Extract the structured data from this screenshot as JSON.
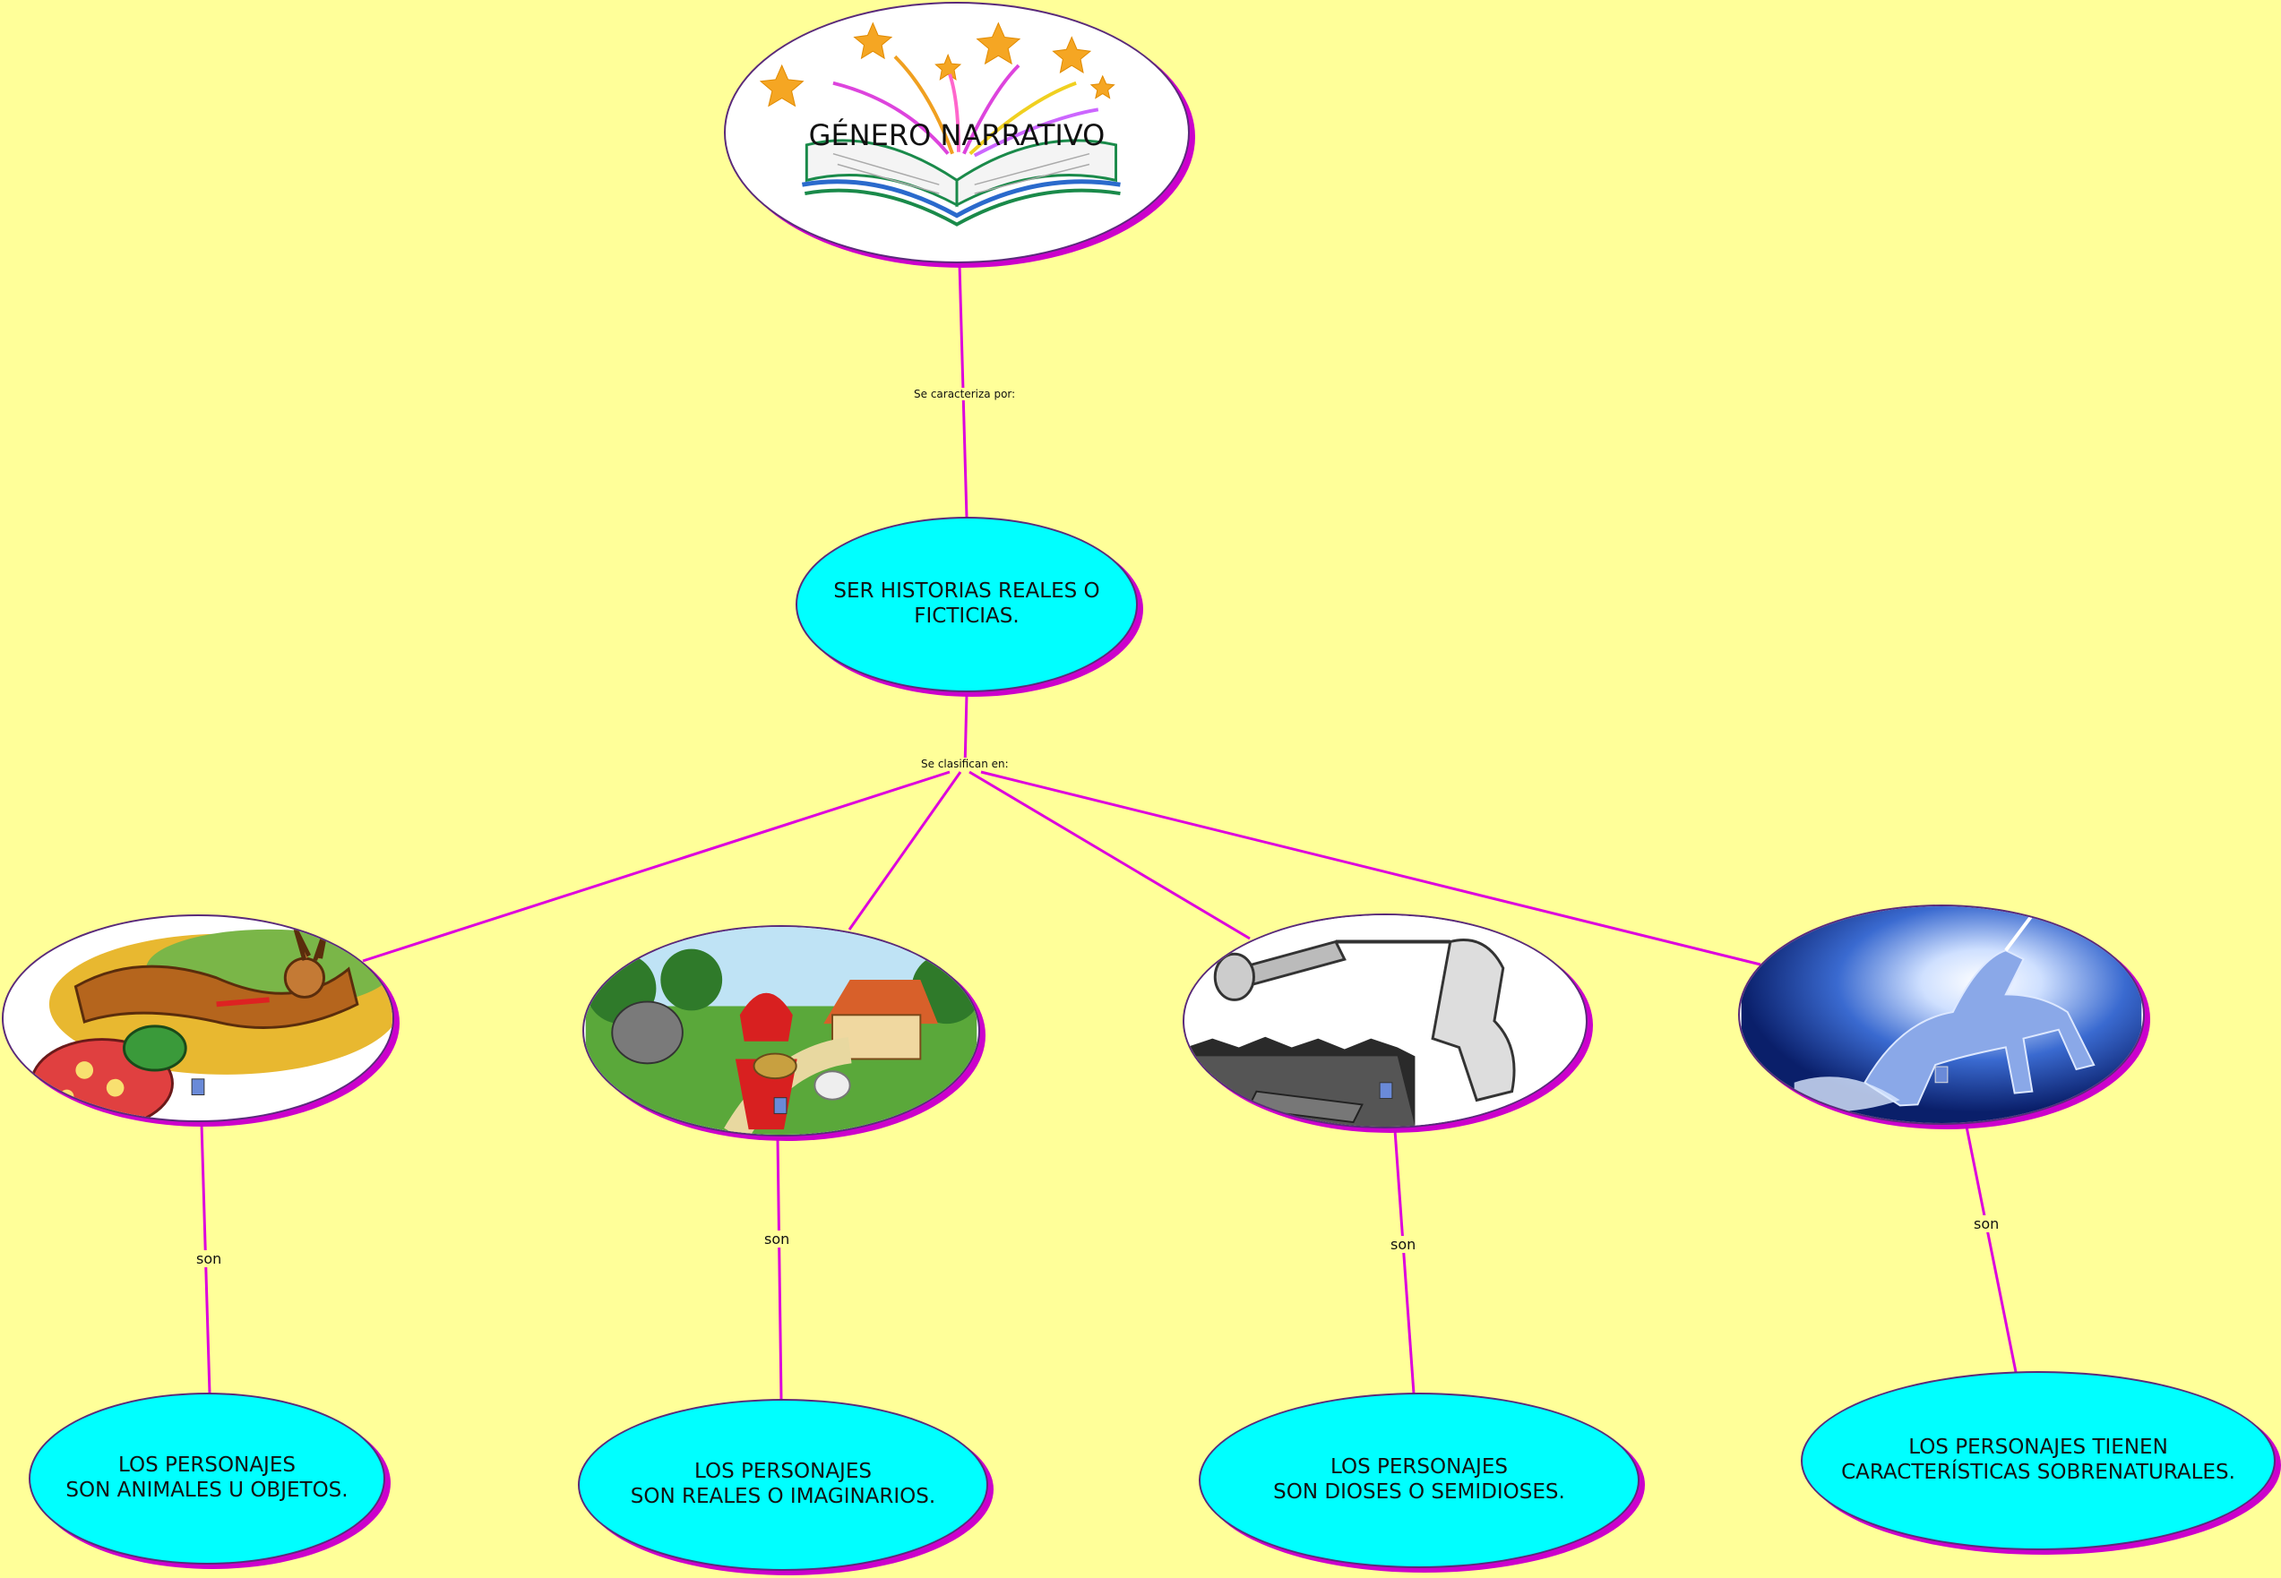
{
  "root": {
    "label": "GÉNERO NARRATIVO"
  },
  "link1": {
    "label": "Se caracteriza por:"
  },
  "concept": {
    "label": "SER HISTORIAS REALES O\nFICTICIAS."
  },
  "link2": {
    "label": "Se clasifican en:"
  },
  "categories": [
    {
      "image": "fable-animals-image",
      "link_label": "son",
      "description": "LOS PERSONAJES\nSON ANIMALES U OBJETOS."
    },
    {
      "image": "fairy-tale-image",
      "link_label": "son",
      "description": "LOS PERSONAJES\nSON REALES O IMAGINARIOS."
    },
    {
      "image": "myth-heroes-image",
      "link_label": "son",
      "description": "LOS PERSONAJES\nSON DIOSES O SEMIDIOSES."
    },
    {
      "image": "unicorn-legend-image",
      "link_label": "son",
      "description": "LOS PERSONAJES TIENEN\nCARACTERÍSTICAS SOBRENATURALES."
    }
  ],
  "colors": {
    "background": "#FFFF99",
    "node_fill": "#00FFFF",
    "connector": "#DD00DD",
    "shadow": "#CC00CC"
  }
}
